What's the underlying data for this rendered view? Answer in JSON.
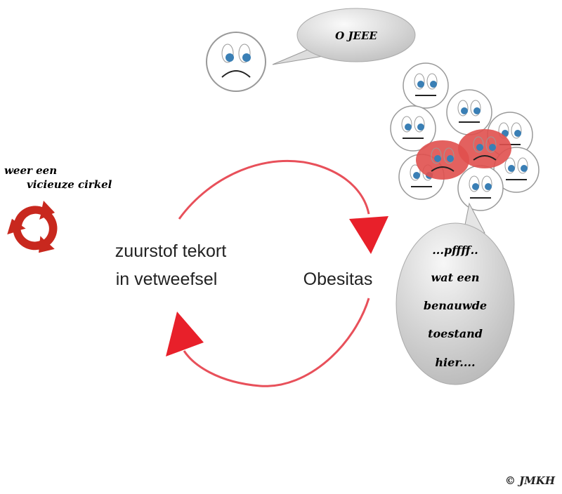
{
  "colors": {
    "accent_red": "#e8202a",
    "cycle_red": "#c8281e",
    "face_eye": "#3a7fb5",
    "face_red": "#e0504e"
  },
  "title": {
    "line1": "weer een",
    "line2": "vicieuze cirkel"
  },
  "nodes": {
    "left_line1": "zuurstof tekort",
    "left_line2": "in vetweefsel",
    "right": "Obesitas"
  },
  "top_bubble": {
    "text": "O JEEE"
  },
  "bottom_bubble": {
    "lines": [
      "...pffff..",
      "wat een",
      "benauwde",
      "toestand",
      "hier...."
    ]
  },
  "copyright": "© JMKH",
  "icons": [
    "recycle-cycle-icon",
    "sad-face-icon",
    "neutral-face-icon"
  ]
}
